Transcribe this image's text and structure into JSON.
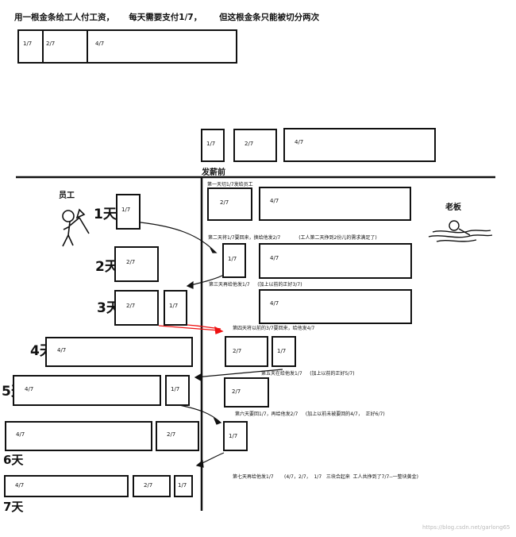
{
  "header": {
    "title": "用一根金条给工人付工资，     每天需要支付1/7，      但这根金条只能被切分两次"
  },
  "bar_top": {
    "segments": [
      "1/7",
      "2/7",
      "4/7"
    ]
  },
  "before_pay": {
    "pieces": [
      "1/7",
      "2/7",
      "4/7"
    ],
    "label": "发薪前"
  },
  "roles": {
    "worker": "员工",
    "boss": "老板"
  },
  "days": {
    "d1": {
      "label": "1天",
      "worker": [
        "1/7"
      ],
      "boss": [
        "2/7",
        "4/7"
      ],
      "note": "第一天切1/7发给员工"
    },
    "d2": {
      "label": "2天",
      "worker": [
        "2/7"
      ],
      "boss": [
        "1/7",
        "4/7"
      ],
      "note": "第二天将1/7要回来，换给他发2/7            (工人第二天挣到2份儿的需求满足了)"
    },
    "d3": {
      "label": "3天",
      "worker": [
        "2/7",
        "1/7"
      ],
      "boss": [
        "4/7"
      ],
      "note": "第三天再给他发1/7     (加上以前的正好3/7)"
    },
    "d4": {
      "label": "4天",
      "worker": [
        "4/7"
      ],
      "boss": [
        "2/7",
        "1/7"
      ],
      "note": "第四天将以前的3/7要回来，给他发4/7"
    },
    "d5": {
      "label": "5天",
      "worker": [
        "4/7",
        "1/7"
      ],
      "boss": [
        "2/7"
      ],
      "note": "第五天在给他发1/7     (加上以前的正好5/7)"
    },
    "d6": {
      "label": "6天",
      "worker": [
        "4/7",
        "2/7"
      ],
      "boss": [
        "1/7"
      ],
      "note": "第六天要回1/7，再给他发2/7     (加上以前未被要回的4/7，  正好6/7)"
    },
    "d7": {
      "label": "7天",
      "worker": [
        "4/7",
        "2/7",
        "1/7"
      ],
      "note": "第七天再给他发1/7       (4/7，2/7，  1/7   三块合起来  工人共挣到了7/7--一整块黄金)"
    }
  },
  "watermark": "https://blog.csdn.net/garlong65"
}
